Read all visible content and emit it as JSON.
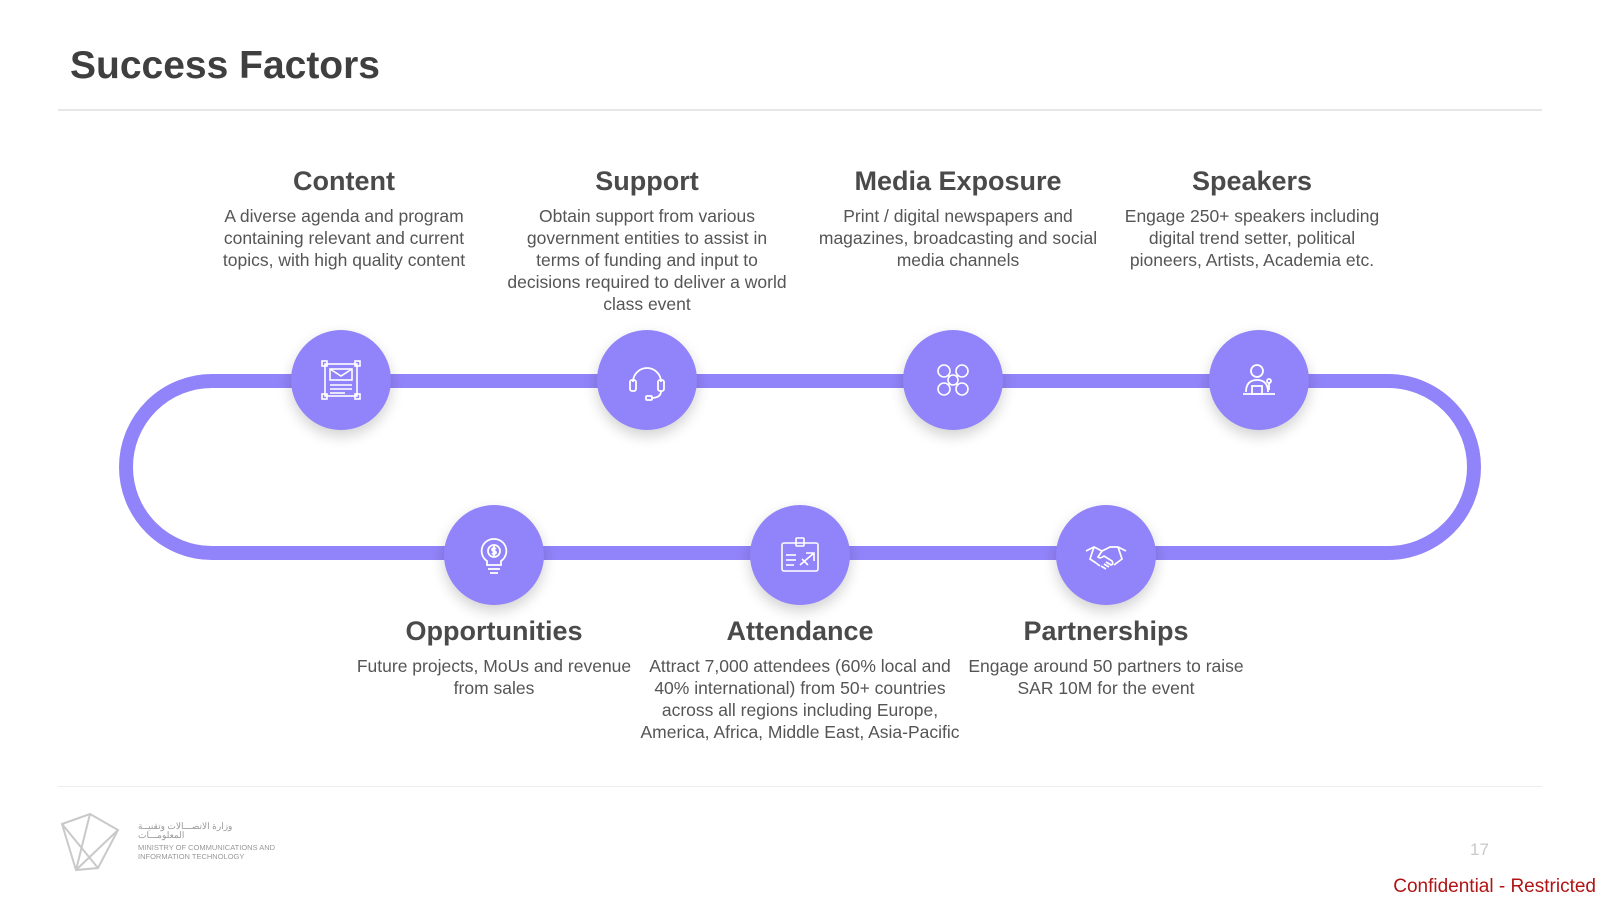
{
  "title": "Success Factors",
  "accent_color": "#9183f9",
  "factors_top": [
    {
      "heading": "Content",
      "text": "A diverse agenda and program containing relevant and current topics, with high quality content",
      "icon": "newsletter-icon"
    },
    {
      "heading": "Support",
      "text": "Obtain support from various government entities to assist in terms of funding and input to decisions required to deliver a world class event",
      "icon": "headset-icon"
    },
    {
      "heading": "Media Exposure",
      "text": "Print / digital newspapers and magazines, broadcasting and social media channels",
      "icon": "social-media-icon"
    },
    {
      "heading": "Speakers",
      "text": "Engage 250+ speakers including digital trend setter, political pioneers, Artists, Academia etc.",
      "icon": "speaker-icon"
    }
  ],
  "factors_bottom": [
    {
      "heading": "Opportunities",
      "text": "Future projects, MoUs and revenue from sales",
      "icon": "lightbulb-dollar-icon"
    },
    {
      "heading": "Attendance",
      "text": "Attract 7,000 attendees (60% local and 40% international) from 50+ countries across all regions including Europe, America, Africa, Middle East, Asia-Pacific",
      "icon": "badge-plane-icon"
    },
    {
      "heading": "Partnerships",
      "text": "Engage around 50 partners to raise SAR 10M for the event",
      "icon": "handshake-icon"
    }
  ],
  "footer": {
    "logo_text_arabic": "وزارة الاتصـــالات وتقنيــة المعلومـــات",
    "logo_text_english": "MINISTRY OF COMMUNICATIONS AND INFORMATION TECHNOLOGY",
    "page_number": "17",
    "classification": "Confidential - Restricted"
  }
}
